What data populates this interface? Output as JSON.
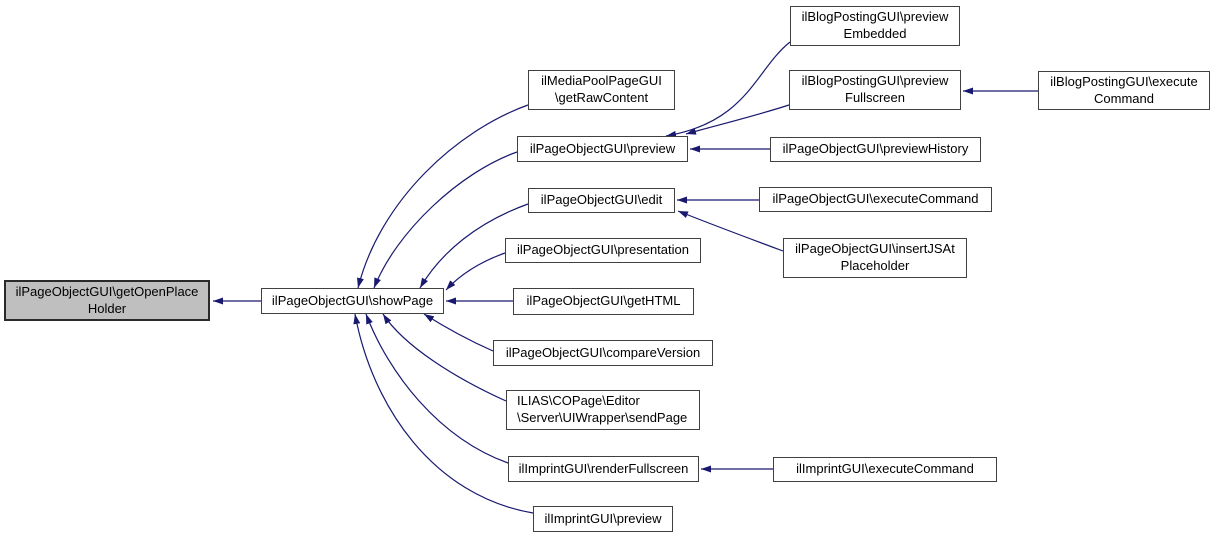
{
  "diagram": {
    "type": "caller-graph",
    "colors": {
      "edge": "#191970",
      "highlight_fill": "#bfbfbf",
      "node_border": "#404040",
      "background": "#ffffff"
    },
    "nodes": {
      "getOpenPlaceHolder": {
        "label": "ilPageObjectGUI\\getOpenPlace\nHolder",
        "highlighted": true
      },
      "showPage": {
        "label": "ilPageObjectGUI\\showPage"
      },
      "getRawContent": {
        "label": "ilMediaPoolPageGUI\n\\getRawContent"
      },
      "previewEmbedded": {
        "label": "ilBlogPostingGUI\\preview\nEmbedded"
      },
      "previewFullscreen": {
        "label": "ilBlogPostingGUI\\preview\nFullscreen"
      },
      "blogExecuteCommand": {
        "label": "ilBlogPostingGUI\\execute\nCommand"
      },
      "preview": {
        "label": "ilPageObjectGUI\\preview"
      },
      "previewHistory": {
        "label": "ilPageObjectGUI\\previewHistory"
      },
      "edit": {
        "label": "ilPageObjectGUI\\edit"
      },
      "pageExecuteCommand": {
        "label": "ilPageObjectGUI\\executeCommand"
      },
      "presentation": {
        "label": "ilPageObjectGUI\\presentation"
      },
      "insertJSAtPlaceholder": {
        "label": "ilPageObjectGUI\\insertJSAt\nPlaceholder"
      },
      "getHTML": {
        "label": "ilPageObjectGUI\\getHTML"
      },
      "compareVersion": {
        "label": "ilPageObjectGUI\\compareVersion"
      },
      "sendPage": {
        "label": "ILIAS\\COPage\\Editor\n\\Server\\UIWrapper\\sendPage"
      },
      "renderFullscreen": {
        "label": "ilImprintGUI\\renderFullscreen"
      },
      "imprintExecuteCommand": {
        "label": "ilImprintGUI\\executeCommand"
      },
      "imprintPreview": {
        "label": "ilImprintGUI\\preview"
      }
    },
    "edges": [
      {
        "from": "showPage",
        "to": "getOpenPlaceHolder"
      },
      {
        "from": "getRawContent",
        "to": "showPage"
      },
      {
        "from": "preview",
        "to": "showPage"
      },
      {
        "from": "edit",
        "to": "showPage"
      },
      {
        "from": "presentation",
        "to": "showPage"
      },
      {
        "from": "getHTML",
        "to": "showPage"
      },
      {
        "from": "compareVersion",
        "to": "showPage"
      },
      {
        "from": "sendPage",
        "to": "showPage"
      },
      {
        "from": "renderFullscreen",
        "to": "showPage"
      },
      {
        "from": "imprintPreview",
        "to": "showPage"
      },
      {
        "from": "previewEmbedded",
        "to": "preview"
      },
      {
        "from": "previewFullscreen",
        "to": "preview"
      },
      {
        "from": "previewHistory",
        "to": "preview"
      },
      {
        "from": "blogExecuteCommand",
        "to": "previewFullscreen"
      },
      {
        "from": "pageExecuteCommand",
        "to": "edit"
      },
      {
        "from": "insertJSAtPlaceholder",
        "to": "edit"
      },
      {
        "from": "imprintExecuteCommand",
        "to": "renderFullscreen"
      }
    ]
  }
}
